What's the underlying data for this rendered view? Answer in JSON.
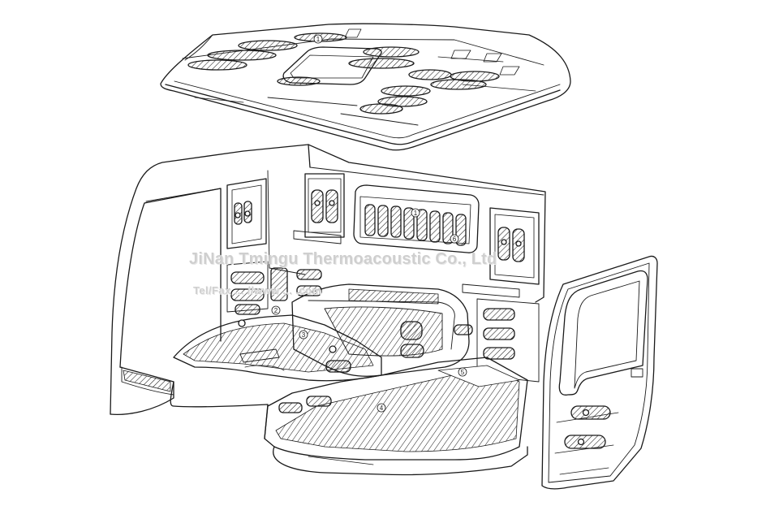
{
  "watermark": {
    "company": "JiNan Tmingu Thermoacoustic Co., Ltd",
    "contact": "Tel/Fax ... //www ... .com"
  },
  "callouts": [
    "1",
    "2",
    "3",
    "4",
    "5",
    "6"
  ],
  "parts": {
    "roof": "roof-liner-panel",
    "cab": "cab-interior-shell",
    "floor": "floor-mat",
    "door": "door-trim-panel"
  },
  "colors": {
    "line": "#1a1a1a",
    "hatch": "#1a1a1a",
    "background": "#ffffff",
    "watermark": "#cfcfcf"
  }
}
